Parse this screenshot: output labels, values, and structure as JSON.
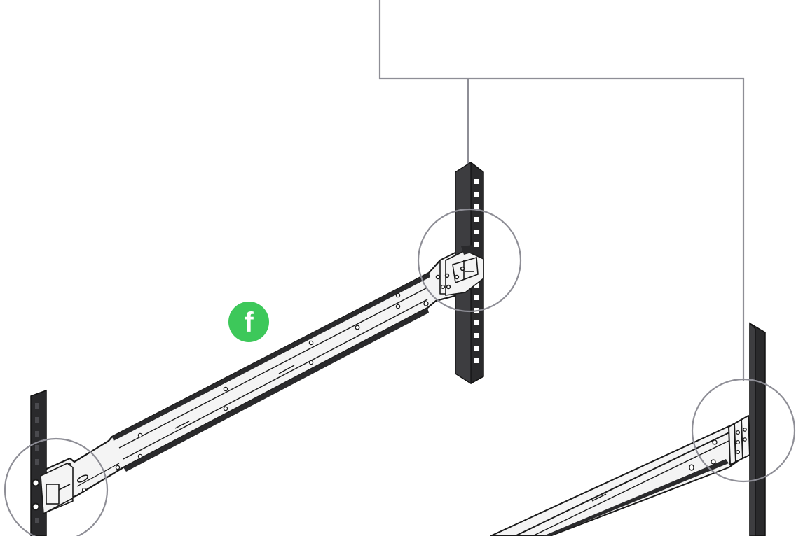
{
  "diagram": {
    "step_badge": {
      "label": "f",
      "color": "#3dc85a",
      "text_color": "#ffffff"
    },
    "colors": {
      "post": "#2a2a2c",
      "post_edge": "#111111",
      "post_hole": "#ffffff",
      "rail_fill": "#f4f4f4",
      "rail_edge": "#1a1a1a",
      "callout": "#8e8e96"
    },
    "parts": [
      {
        "id": "rear-post-left",
        "kind": "rack-post",
        "icon": "rack-post-icon"
      },
      {
        "id": "front-post-center",
        "kind": "rack-post",
        "icon": "rack-post-icon"
      },
      {
        "id": "front-post-right",
        "kind": "rack-post",
        "icon": "rack-post-icon"
      },
      {
        "id": "left-rail",
        "kind": "slide-rail",
        "icon": "slide-rail-icon"
      },
      {
        "id": "right-rail",
        "kind": "slide-rail",
        "icon": "slide-rail-icon"
      }
    ],
    "callouts": [
      {
        "id": "callout-rear-left",
        "icon": "zoom-circle-icon"
      },
      {
        "id": "callout-front-center",
        "icon": "zoom-circle-icon"
      },
      {
        "id": "callout-front-right",
        "icon": "zoom-circle-icon"
      }
    ]
  }
}
